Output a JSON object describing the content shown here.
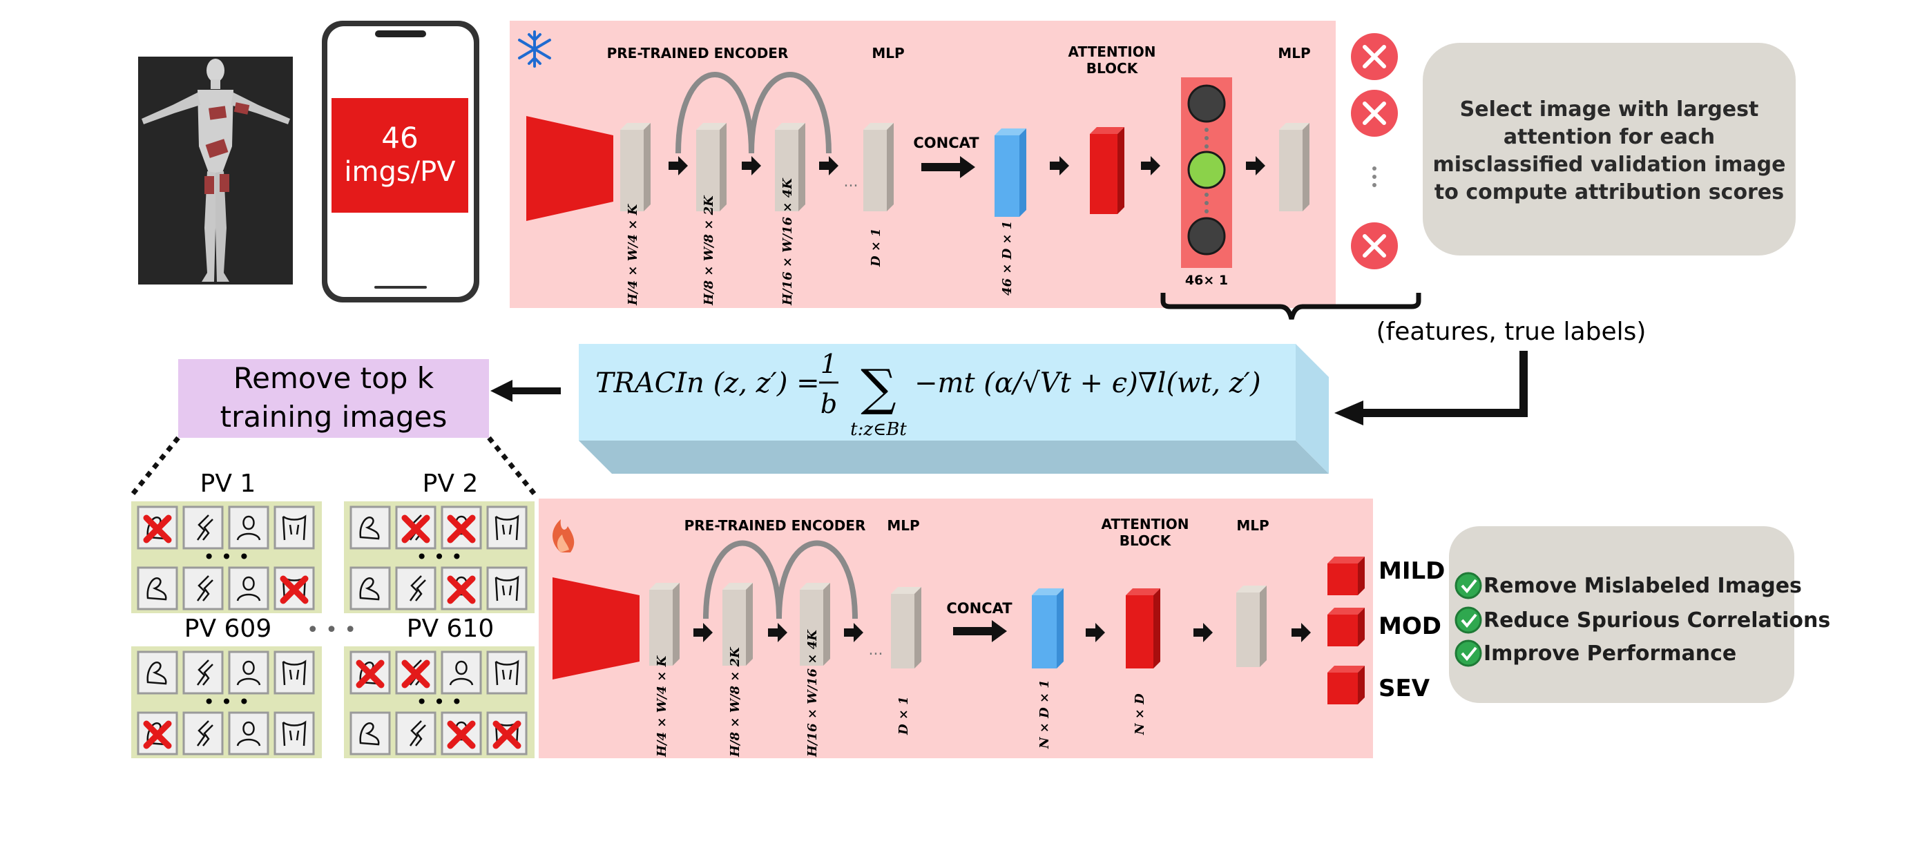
{
  "phone": {
    "line1": "46",
    "line2": "imgs/PV"
  },
  "top_net": {
    "encoder_label": "PRE-TRAINED ENCODER",
    "mlp1_label": "MLP",
    "concat_label": "CONCAT",
    "attention_label_1": "ATTENTION",
    "attention_label_2": "BLOCK",
    "mlp2_label": "MLP",
    "dim1": "H/4 × W/4 × K",
    "dim2": "H/8 × W/8 × 2K",
    "dim3": "H/16 × W/16 × 4K",
    "dim4": "D × 1",
    "dim5": "46 × D × 1",
    "att_dim": "46× 1",
    "ellipsis": "..."
  },
  "select_box": {
    "line1": "Select image with largest",
    "line2": "attention for each",
    "line3": "misclassified validation  image",
    "line4": "to compute  attribution scores"
  },
  "features_label": "(features, true labels)",
  "formula": {
    "text": "TRACIn (z, z′) = 1/b Σ −mt (α/√Vt + ϵ)∇l(wt, z′)",
    "lhs": "TRACIn (z, z′) =",
    "frac_num": "1",
    "frac_den": "b",
    "sigma": "∑",
    "sub": "t:z∈Bt",
    "rhs": "−mt (α/√Vt + ϵ)∇l(wt, z′)"
  },
  "remove_box": {
    "line1": "Remove top k",
    "line2": "training images"
  },
  "pv_groups": [
    {
      "label": "PV 1",
      "crossed_top": [
        true,
        false,
        false,
        false
      ],
      "crossed_bottom": [
        false,
        false,
        false,
        true
      ]
    },
    {
      "label": "PV 2",
      "crossed_top": [
        false,
        true,
        true,
        false
      ],
      "crossed_bottom": [
        false,
        false,
        true,
        false
      ]
    },
    {
      "label": "PV 609",
      "crossed_top": [
        false,
        false,
        false,
        false
      ],
      "crossed_bottom": [
        true,
        false,
        false,
        false
      ]
    },
    {
      "label": "PV 610",
      "crossed_top": [
        true,
        true,
        false,
        false
      ],
      "crossed_bottom": [
        false,
        false,
        true,
        true
      ]
    }
  ],
  "pv_gap_dots": "• • •",
  "bottom_net": {
    "encoder_label": "PRE-TRAINED ENCODER",
    "mlp1_label": "MLP",
    "concat_label": "CONCAT",
    "attention_label_1": "ATTENTION",
    "attention_label_2": "BLOCK",
    "mlp2_label": "MLP",
    "dim1": "H/4 × W/4 × K",
    "dim2": "H/8 × W/8 × 2K",
    "dim3": "H/16 × W/16 × 4K",
    "dim4": "D × 1",
    "dim5": "N × D × 1",
    "dim6": "N × D",
    "ellipsis": "..."
  },
  "outputs": [
    "MILD",
    "MOD",
    "SEV"
  ],
  "benefits": [
    "Remove Mislabeled Images",
    "Reduce Spurious Correlations",
    "Improve Performance"
  ],
  "colors": {
    "net_bg": "#fdd0d0",
    "red": "#e41a1a",
    "grey_block": "#d8d0c8",
    "blue_block": "#5aaef0",
    "formula_bg": "#c6ecfb",
    "remove_bg": "#e6c8f0",
    "grey_box": "#dcd9d2",
    "pv_bg": "#dfe6b8",
    "x_circle": "#f0505a",
    "green_node": "#8bd24a",
    "check_green": "#2fa84f"
  },
  "icons": {
    "top_net_icon": "snowflake-icon",
    "bottom_net_icon": "flame-icon"
  }
}
